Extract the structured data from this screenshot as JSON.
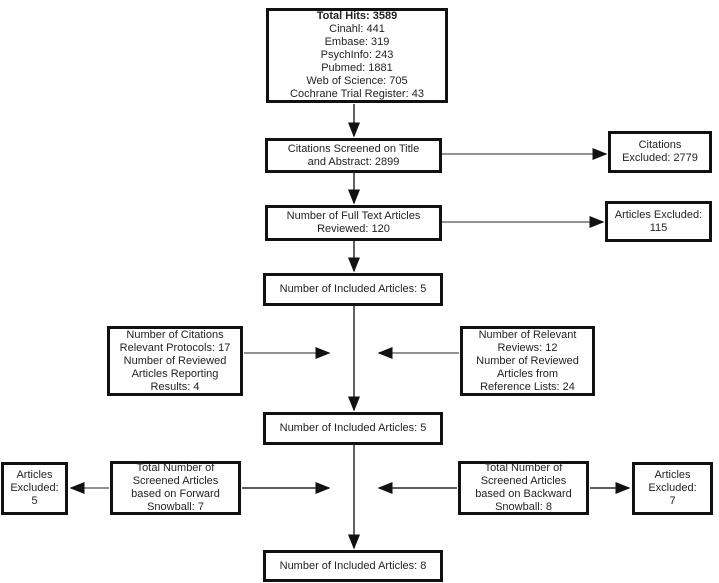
{
  "diagram_type": "systematic-review-flowchart",
  "colors": {
    "box_border": "#111111",
    "connector": "#6e6e6e",
    "connector_vertical": "#2a2a2a",
    "arrowhead": "#111111",
    "background": "#ffffff",
    "text": "#232323"
  },
  "nodes": {
    "total_hits": {
      "title": "Total Hits: 3589",
      "lines": [
        "Cinahl: 441",
        "Embase: 319",
        "PsychInfo: 243",
        "Pubmed: 1881",
        "Web of Science: 705",
        "Cochrane Trial Register: 43"
      ]
    },
    "citations_screened": {
      "lines": [
        "Citations Screened on Title",
        "and Abstract: 2899"
      ]
    },
    "citations_excluded": {
      "lines": [
        "Citations",
        "Excluded: 2779"
      ]
    },
    "full_text_reviewed": {
      "lines": [
        "Number of Full Text Articles",
        "Reviewed: 120"
      ]
    },
    "articles_excluded_fulltext": {
      "lines": [
        "Articles Excluded:",
        "115"
      ]
    },
    "included_articles_first": {
      "lines": [
        "Number of Included Articles: 5"
      ]
    },
    "relevant_protocols": {
      "lines": [
        "Number of Citations",
        "Relevant Protocols: 17",
        "Number of Reviewed",
        "Articles Reporting",
        "Results: 4"
      ]
    },
    "relevant_reviews": {
      "lines": [
        "Number of Relevant",
        "Reviews: 12",
        "Number of Reviewed",
        "Articles from",
        "Reference Lists: 24"
      ]
    },
    "included_articles_second": {
      "lines": [
        "Number of Included Articles: 5"
      ]
    },
    "articles_excluded_forward": {
      "lines": [
        "Articles",
        "Excluded:",
        "5"
      ]
    },
    "forward_snowball": {
      "lines": [
        "Total Number of",
        "Screened Articles",
        "based on Forward",
        "Snowball: 7"
      ]
    },
    "backward_snowball": {
      "lines": [
        "Total Number of",
        "Screened Articles",
        "based on Backward",
        "Snowball: 8"
      ]
    },
    "articles_excluded_backward": {
      "lines": [
        "Articles",
        "Excluded:",
        "7"
      ]
    },
    "included_articles_final": {
      "lines": [
        "Number of Included Articles: 8"
      ]
    }
  }
}
